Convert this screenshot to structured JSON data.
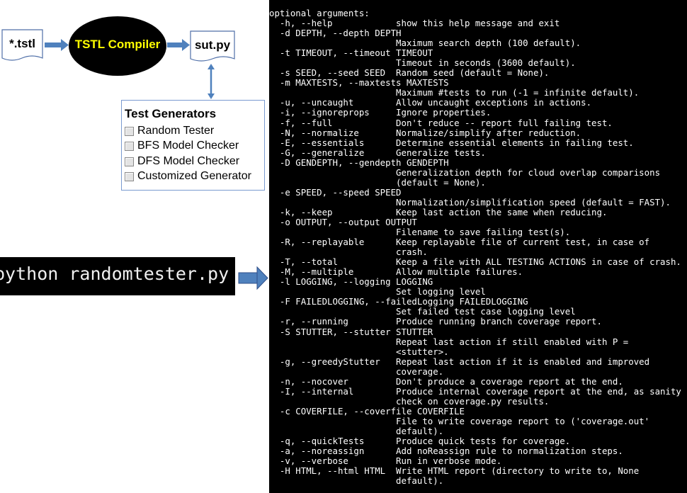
{
  "flow": {
    "input_file": "*.tstl",
    "compiler": "TSTL Compiler",
    "output_file": "sut.py"
  },
  "generators": {
    "title": "Test Generators",
    "items": [
      "Random Tester",
      "BFS Model Checker",
      "DFS Model Checker",
      "Customized Generator"
    ]
  },
  "command": "python randomtester.py",
  "colors": {
    "arrow": "#4f81bd",
    "compiler_text": "#ffff00",
    "terminal_bg": "#000000"
  },
  "help_lines": [
    "optional arguments:",
    "  -h, --help            show this help message and exit",
    "  -d DEPTH, --depth DEPTH",
    "                        Maximum search depth (100 default).",
    "  -t TIMEOUT, --timeout TIMEOUT",
    "                        Timeout in seconds (3600 default).",
    "  -s SEED, --seed SEED  Random seed (default = None).",
    "  -m MAXTESTS, --maxtests MAXTESTS",
    "                        Maximum #tests to run (-1 = infinite default).",
    "  -u, --uncaught        Allow uncaught exceptions in actions.",
    "  -i, --ignoreprops     Ignore properties.",
    "  -f, --full            Don't reduce -- report full failing test.",
    "  -N, --normalize       Normalize/simplify after reduction.",
    "  -E, --essentials      Determine essential elements in failing test.",
    "  -G, --generalize      Generalize tests.",
    "  -D GENDEPTH, --gendepth GENDEPTH",
    "                        Generalization depth for cloud overlap comparisons",
    "                        (default = None).",
    "  -e SPEED, --speed SPEED",
    "                        Normalization/simplification speed (default = FAST).",
    "  -k, --keep            Keep last action the same when reducing.",
    "  -o OUTPUT, --output OUTPUT",
    "                        Filename to save failing test(s).",
    "  -R, --replayable      Keep replayable file of current test, in case of",
    "                        crash.",
    "  -T, --total           Keep a file with ALL TESTING ACTIONS in case of crash.",
    "  -M, --multiple        Allow multiple failures.",
    "  -l LOGGING, --logging LOGGING",
    "                        Set logging level",
    "  -F FAILEDLOGGING, --failedLogging FAILEDLOGGING",
    "                        Set failed test case logging level",
    "  -r, --running         Produce running branch coverage report.",
    "  -S STUTTER, --stutter STUTTER",
    "                        Repeat last action if still enabled with P =",
    "                        <stutter>.",
    "  -g, --greedyStutter   Repeat last action if it is enabled and improved",
    "                        coverage.",
    "  -n, --nocover         Don't produce a coverage report at the end.",
    "  -I, --internal        Produce internal coverage report at the end, as sanity",
    "                        check on coverage.py results.",
    "  -c COVERFILE, --coverfile COVERFILE",
    "                        File to write coverage report to ('coverage.out'",
    "                        default).",
    "  -q, --quickTests      Produce quick tests for coverage.",
    "  -a, --noreassign      Add noReassign rule to normalization steps.",
    "  -v, --verbose         Run in verbose mode.",
    "  -H HTML, --html HTML  Write HTML report (directory to write to, None",
    "                        default)."
  ]
}
